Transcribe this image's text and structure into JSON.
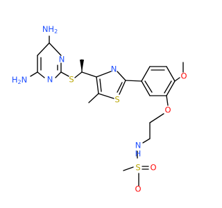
{
  "diagram": {
    "kind": "chemical-structure",
    "colors": {
      "carbon_bond": "#000000",
      "nitrogen": "#1f4fff",
      "sulfur": "#b8a600",
      "oxygen": "#ff0d0d",
      "background": "#ffffff"
    },
    "labels": {
      "nh2_top": "NH2",
      "nh2_left": "H2N",
      "n_pyr_1": "N",
      "n_pyr_2": "N",
      "s_thioether": "S",
      "n_thiazole": "N",
      "s_thiazole": "S",
      "o_methoxy": "O",
      "o_ether": "O",
      "nh_sulfonamide": "N",
      "h_sulfonamide": "H",
      "s_sulfonyl": "S",
      "o_sulfonyl_1": "O",
      "o_sulfonyl_2": "O"
    }
  }
}
